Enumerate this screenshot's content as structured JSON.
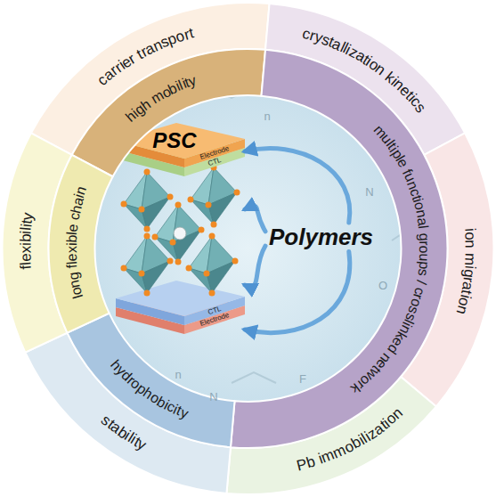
{
  "diagram": {
    "nodes": [
      {
        "text": [
          "carrier transport"
        ]
      },
      {
        "text": [
          "crystallization kinetics"
        ]
      },
      {
        "text": [
          "ion migration"
        ]
      },
      {
        "text": [
          "Pb immobilization"
        ]
      },
      {
        "text": [
          "stability"
        ]
      },
      {
        "text": [
          "flexibility"
        ]
      },
      {
        "text": [
          "high mobility"
        ]
      },
      {
        "text": [
          "multiple functional groups / crosslinked network"
        ]
      },
      {
        "text": [
          "hydrophobicity"
        ]
      },
      {
        "text": [
          "long flexible chain"
        ]
      },
      {
        "text": [
          "PSC"
        ]
      },
      {
        "text": [
          "Polymers"
        ]
      }
    ],
    "edges": [
      {
        "from": 11,
        "to": 10,
        "arrow": "to"
      },
      {
        "from": 11,
        "to": 10,
        "arrow": "to"
      },
      {
        "from": 11,
        "to": 10,
        "arrow": "to"
      },
      {
        "from": 11,
        "to": 10,
        "arrow": "to"
      }
    ],
    "labels": [
      "Electrode",
      "CTL",
      "CTL",
      "Electrode",
      "n",
      "N",
      "O",
      "n",
      "F",
      "N"
    ]
  }
}
